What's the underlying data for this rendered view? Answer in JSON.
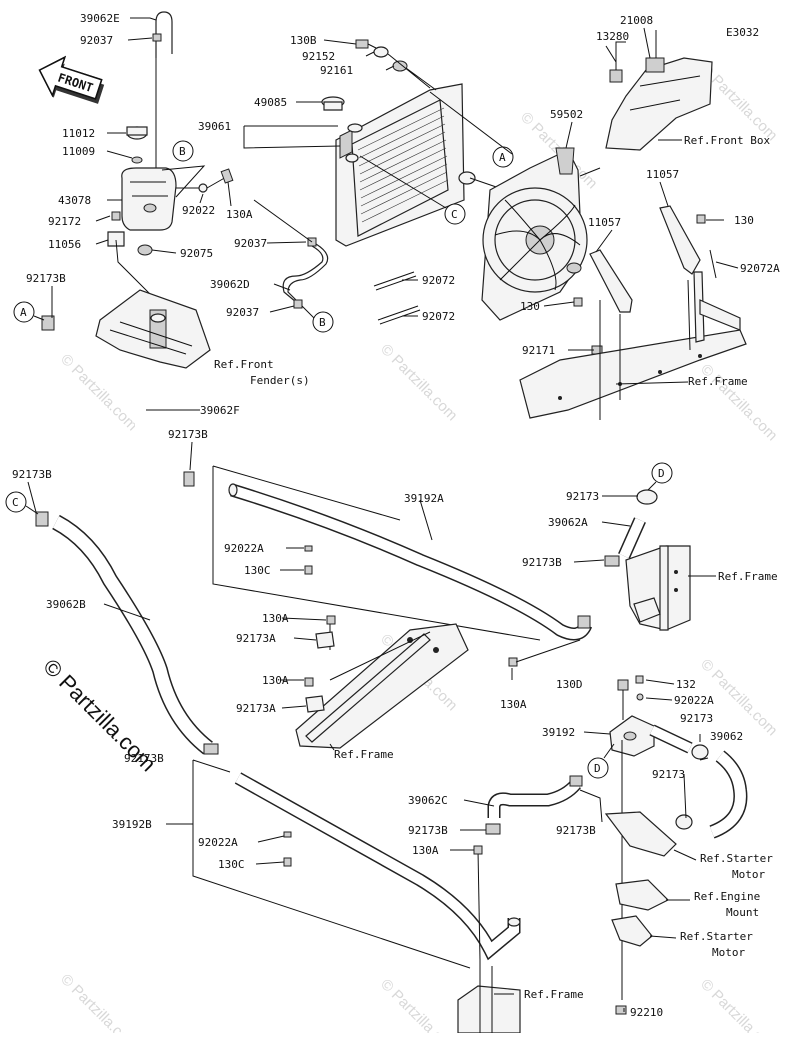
{
  "diagram": {
    "code": "E3032",
    "brand": "© Partzilla.com",
    "watermark": "© Partzilla.com",
    "front_label": "FRONT",
    "callouts": [
      "A",
      "B",
      "C",
      "D"
    ],
    "labels": {
      "p39062E": "39062E",
      "p92037a": "92037",
      "p11012": "11012",
      "p11009": "11009",
      "p43078": "43078",
      "p92172": "92172",
      "p11056": "11056",
      "p92022": "92022",
      "p130A_top": "130A",
      "p92075": "92075",
      "p130B": "130B",
      "p92152": "92152",
      "p92161": "92161",
      "p49085": "49085",
      "p39061": "39061",
      "p92037b": "92037",
      "p39062D": "39062D",
      "p92037c": "92037",
      "p92072a": "92072",
      "p92072b": "92072",
      "p21008": "21008",
      "p13280": "13280",
      "p59502": "59502",
      "p11057a": "11057",
      "p11057b": "11057",
      "p130_right": "130",
      "p130_mid": "130",
      "p92072A": "92072A",
      "p92171": "92171",
      "p92173B_a": "92173B",
      "p39062F": "39062F",
      "p92173B_b": "92173B",
      "p92173B_c": "92173B",
      "p39192A": "39192A",
      "p92022A_a": "92022A",
      "p130C_a": "130C",
      "p39062B": "39062B",
      "p130A_a": "130A",
      "p92173A_a": "92173A",
      "p130A_b": "130A",
      "p92173A_b": "92173A",
      "p92173_a": "92173",
      "p39062A": "39062A",
      "p92173B_d": "92173B",
      "p130A_c": "130A",
      "p130D": "130D",
      "p132": "132",
      "p92022A_b": "92022A",
      "p39192": "39192",
      "p92173_b": "92173",
      "p39062": "39062",
      "p92173_c": "92173",
      "p92173B_e": "92173B",
      "p39192B": "39192B",
      "p92022A_c": "92022A",
      "p130C_b": "130C",
      "p39062C": "39062C",
      "p92173B_f": "92173B",
      "p130A_d": "130A",
      "p92173B_g": "92173B",
      "p92210": "92210"
    },
    "refs": {
      "front_box": "Ref.Front Box",
      "front_fender_1": "Ref.Front",
      "front_fender_2": "Fender(s)",
      "frame_1": "Ref.Frame",
      "frame_2": "Ref.Frame",
      "frame_3": "Ref.Frame",
      "frame_4": "Ref.Frame",
      "starter_1a": "Ref.Starter",
      "starter_1b": "Motor",
      "engine_mount_a": "Ref.Engine",
      "engine_mount_b": "Mount",
      "starter_2a": "Ref.Starter",
      "starter_2b": "Motor"
    }
  }
}
